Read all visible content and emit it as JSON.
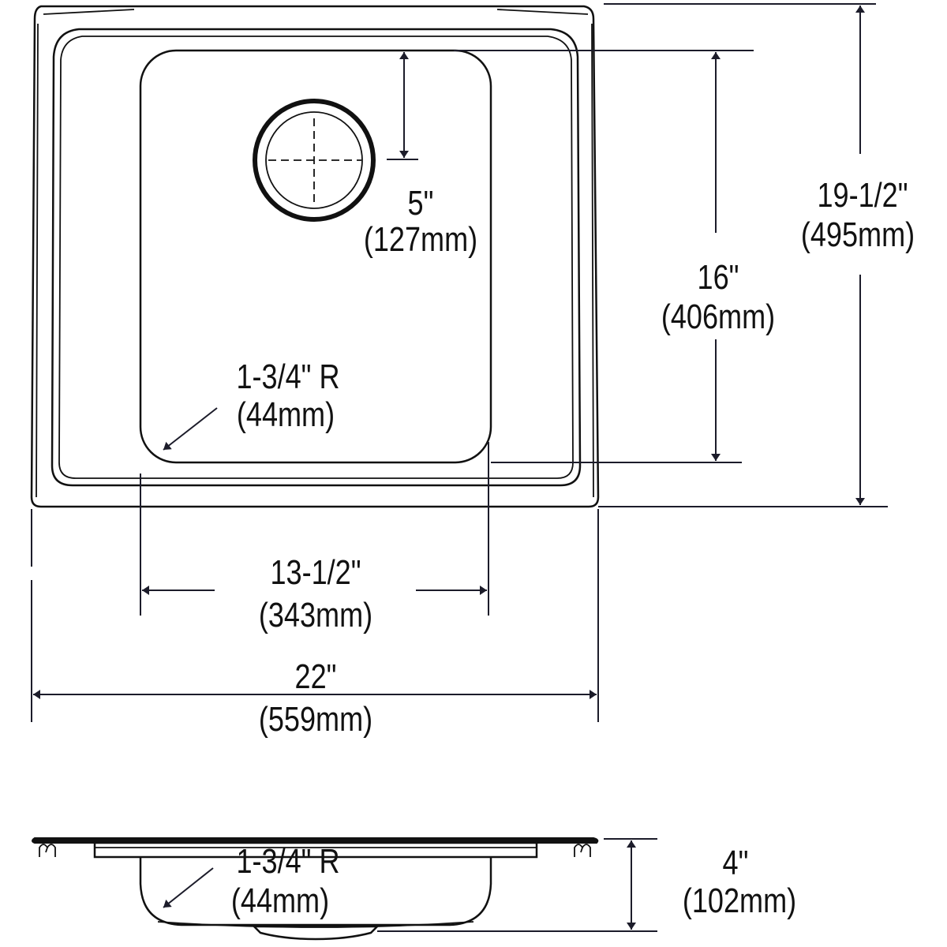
{
  "drawing": {
    "drain_offset": {
      "imperial": "5\"",
      "metric": "(127mm)"
    },
    "bowl_length": {
      "imperial": "16\"",
      "metric": "(406mm)"
    },
    "overall_length": {
      "imperial": "19-1/2\"",
      "metric": "(495mm)"
    },
    "corner_radius_top": {
      "imperial": "1-3/4\" R",
      "metric": "(44mm)"
    },
    "bowl_width": {
      "imperial": "13-1/2\"",
      "metric": "(343mm)"
    },
    "overall_width": {
      "imperial": "22\"",
      "metric": "(559mm)"
    },
    "corner_radius_side": {
      "imperial": "1-3/4\" R",
      "metric": "(44mm)"
    },
    "bowl_depth": {
      "imperial": "4\"",
      "metric": "(102mm)"
    }
  }
}
